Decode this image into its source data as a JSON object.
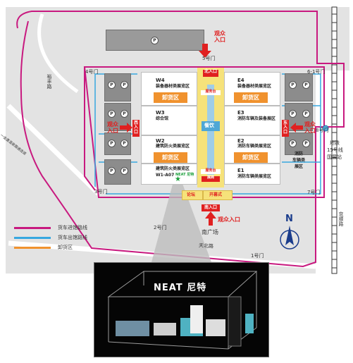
{
  "colors": {
    "truck_in": "#c8197f",
    "truck_out": "#37a7e0",
    "unload": "#f0922e",
    "visitor": "#e02020",
    "hall_center": "#4fa7d6",
    "yellow_band": "#f6e27a"
  },
  "halls": {
    "w4": {
      "name": "W4",
      "desc": "装备器材类展览区"
    },
    "w3": {
      "name": "W3",
      "desc": "综合馆"
    },
    "w2": {
      "name": "W2",
      "desc": "建筑防火类展览区"
    },
    "w1": {
      "desc": "建筑防火类展览区",
      "booth": "W1-A07",
      "brand": "NEAT 尼特"
    },
    "e4": {
      "name": "E4",
      "desc": "装备器材类展览区"
    },
    "e3": {
      "name": "E3",
      "desc": "消防车辆及装备展区"
    },
    "e2": {
      "name": "E2",
      "desc": "消防车辆类展览区"
    },
    "e1": {
      "name": "E1",
      "desc": "消防车辆类展览区"
    }
  },
  "unload_label": "卸货区",
  "gates": {
    "g1": "1号门",
    "g2": "2号门",
    "g3": "3号门",
    "g4": "4号门",
    "g5": "5号门",
    "g6": "6-1号门",
    "g7": "7号门",
    "g8": "8号门"
  },
  "entrances": {
    "top_line1": "观众",
    "top_line2": "入口",
    "left_line1": "观众",
    "left_line2": "入口",
    "right_line1": "观众",
    "right_line2": "入口",
    "bottom": "观众入口"
  },
  "center_tags": {
    "north": "北入口",
    "west": "西入口",
    "east": "东入口",
    "south": "南入口",
    "dining": "餐饮",
    "info": "服务台",
    "forum": "论坛",
    "opening": "开幕式",
    "exhibitor": "展商"
  },
  "roads": {
    "yuhui": "裕丰路",
    "jinghua": "一金盏温泉路通途道",
    "tianbei": "天北路",
    "jingshun": "京顺路"
  },
  "places": {
    "plaza": "南广场",
    "fire_hall_line1": "消防",
    "fire_hall_line2": "车辆类",
    "fire_hall_line3": "展区",
    "metro_line1": "地铁",
    "metro_line2": "15号线",
    "metro_line3": "国展站"
  },
  "compass": "N",
  "parking_symbol": "P",
  "legend": [
    {
      "label": "货车进馆路线",
      "color": "#c8197f"
    },
    {
      "label": "货车出馆路线",
      "color": "#37a7e0"
    },
    {
      "label": "卸货区",
      "color": "#f0922e"
    }
  ],
  "booth_photo": {
    "brand_text": "NEAT 尼特"
  }
}
